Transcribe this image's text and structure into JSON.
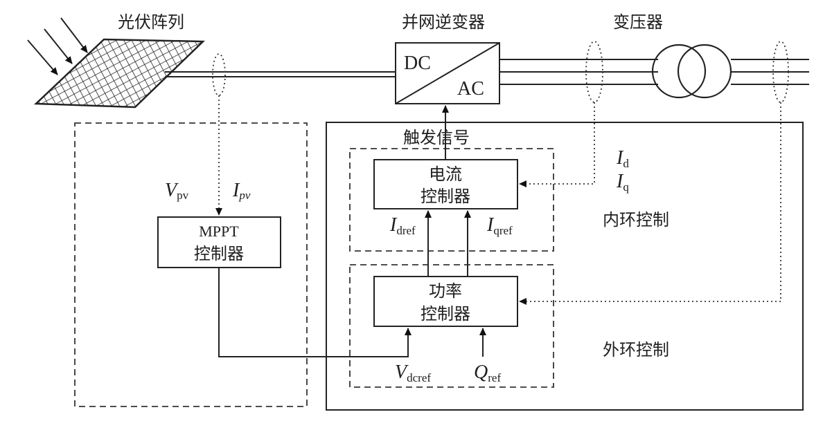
{
  "labels": {
    "pv_array": "光伏阵列",
    "inverter": "并网逆变器",
    "transformer": "变压器",
    "trigger_signal": "触发信号",
    "inner_loop": "内环控制",
    "outer_loop": "外环控制"
  },
  "inverter_box": {
    "dc": "DC",
    "ac": "AC"
  },
  "current_controller": {
    "line1": "电流",
    "line2": "控制器"
  },
  "power_controller": {
    "line1": "功率",
    "line2": "控制器"
  },
  "mppt_controller": {
    "line1": "MPPT",
    "line2": "控制器"
  },
  "signals": {
    "v_pv": {
      "main": "V",
      "sub": "pv"
    },
    "i_pv": {
      "main": "I",
      "sub": "pv"
    },
    "i_d": {
      "main": "I",
      "sub": "d"
    },
    "i_q": {
      "main": "I",
      "sub": "q"
    },
    "i_dref": {
      "main": "I",
      "sub": "dref"
    },
    "i_qref": {
      "main": "I",
      "sub": "qref"
    },
    "v_dcref": {
      "main": "V",
      "sub": "dcref"
    },
    "q_ref": {
      "main": "Q",
      "sub": "ref"
    }
  }
}
